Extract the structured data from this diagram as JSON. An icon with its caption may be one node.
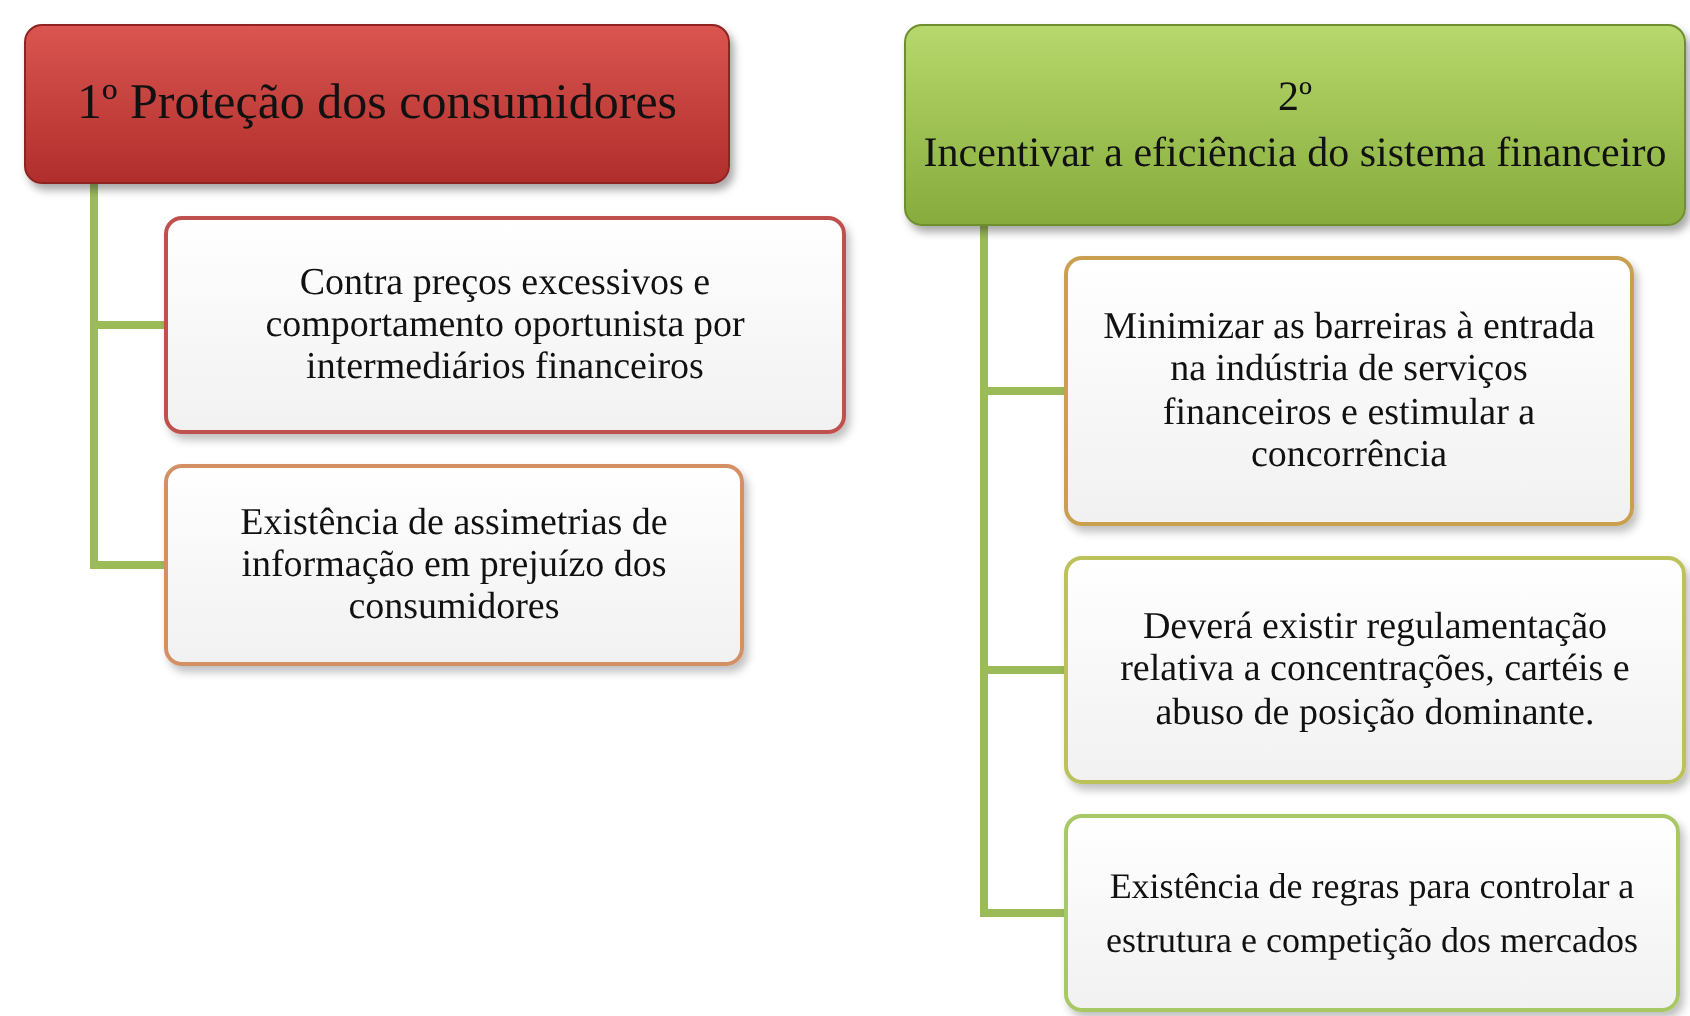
{
  "diagram": {
    "nodes": [
      {
        "text": [
          "1º Proteção dos consumidores"
        ]
      },
      {
        "text": [
          "Contra preços excessivos e comportamento oportunista por intermediários financeiros"
        ]
      },
      {
        "text": [
          "Existência de assimetrias de informação em prejuízo dos consumidores"
        ]
      },
      {
        "text": [
          "2º",
          "Incentivar a eficiência do sistema financeiro"
        ]
      },
      {
        "text": [
          "Minimizar as barreiras à entrada na indústria de serviços financeiros e estimular a concorrência"
        ]
      },
      {
        "text": [
          "Deverá existir regulamentação relativa a concentrações, cartéis e abuso de posição dominante."
        ]
      },
      {
        "text": [
          "Existência de regras para controlar a",
          "estrutura e competição dos mercados"
        ]
      }
    ],
    "edges": [
      {
        "from": 0,
        "to": 1,
        "arrow": "none"
      },
      {
        "from": 0,
        "to": 2,
        "arrow": "none"
      },
      {
        "from": 3,
        "to": 4,
        "arrow": "none"
      },
      {
        "from": 3,
        "to": 5,
        "arrow": "none"
      },
      {
        "from": 3,
        "to": 6,
        "arrow": "none"
      }
    ]
  }
}
